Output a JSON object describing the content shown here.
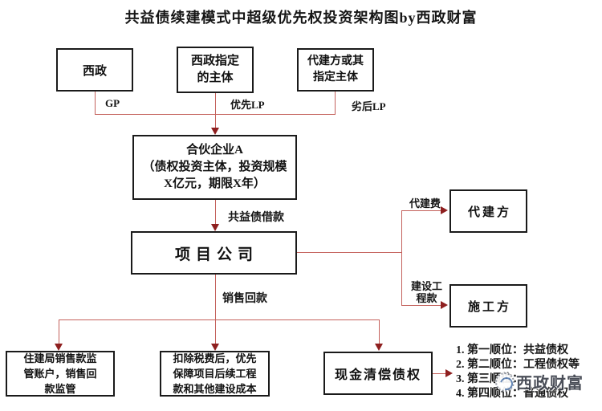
{
  "title": "共益债续建模式中超级优先权投资架构图by西政财富",
  "colors": {
    "connector_line": "#c4615c",
    "arrowhead": "#8e1f1f",
    "box_border": "#1a1a1a",
    "text": "#151515",
    "watermark_text": "#3c414c"
  },
  "boxes": {
    "xizheng": {
      "label": "西政"
    },
    "designated_entity": {
      "label": "西政指定\n的主体"
    },
    "agent_or_designee": {
      "label": "代建方或其\n指定主体"
    },
    "partnership": {
      "label": "合伙企业A\n（债权投资主体，投资规模\nX亿元，期限X年）"
    },
    "project_company": {
      "label": "项目公司"
    },
    "construction_agent": {
      "label": "代建方"
    },
    "contractor": {
      "label": "施工方"
    },
    "supervision_account": {
      "label": "住建局销售款监\n管账户，销售回\n款监管"
    },
    "after_tax_priority": {
      "label": "扣除税费后，优先\n保障项目后续工程\n款和其他建设成本"
    },
    "cash_settlement": {
      "label": "现金清偿债权"
    }
  },
  "edge_labels": {
    "gp": "GP",
    "senior_lp": "优先LP",
    "junior_lp": "劣后LP",
    "gongyi_debt_loan": "共益债借款",
    "agent_fee": "代建费",
    "construction_payment": "建设工\n程款",
    "sales_collection": "销售回款"
  },
  "settlement_priority_list": {
    "items": [
      "1. 第一顺位：共益债权",
      "2. 第二顺位：工程债权等",
      "3. 第三顺位：",
      "4. 第四顺位：普通债权"
    ]
  },
  "watermark": {
    "text": "西政财富"
  }
}
